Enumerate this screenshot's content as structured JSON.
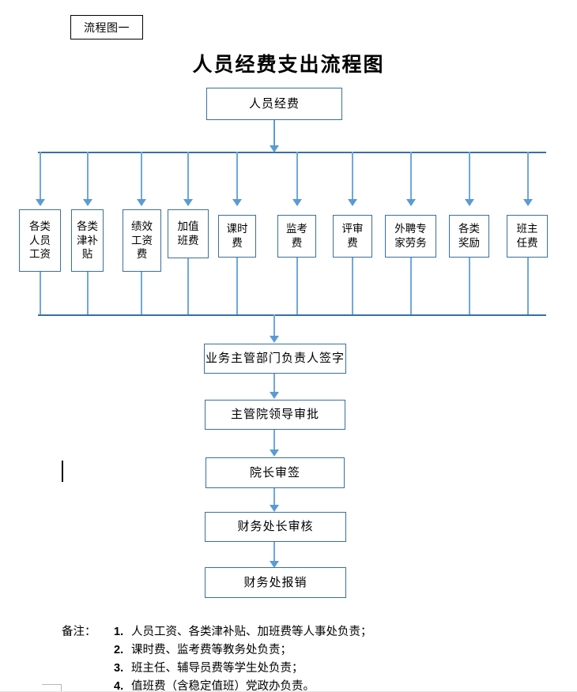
{
  "document": {
    "tag_label": "流程图一",
    "title": "人员经费支出流程图"
  },
  "colors": {
    "node_border": "#3a6f9f",
    "connector_light": "#6fa8dc",
    "connector_dark": "#5b9bd5",
    "bar": "#3a6f9f",
    "tag_border": "#000000",
    "text": "#000000",
    "background": "#ffffff"
  },
  "flow": {
    "root": {
      "label": "人员经费"
    },
    "branches": [
      {
        "label": "各类\n人员\n工资"
      },
      {
        "label": "各类\n津补\n贴"
      },
      {
        "label": "绩效\n工资\n费"
      },
      {
        "label": "加值\n班费"
      },
      {
        "label": "课时\n费"
      },
      {
        "label": "监考\n费"
      },
      {
        "label": "评审\n费"
      },
      {
        "label": "外聘专\n家劳务"
      },
      {
        "label": "各类\n奖励"
      },
      {
        "label": "班主\n任费"
      }
    ],
    "steps": [
      {
        "label": "业务主管部门负责人签字"
      },
      {
        "label": "主管院领导审批"
      },
      {
        "label": "院长审签"
      },
      {
        "label": "财务处长审核"
      },
      {
        "label": "财务处报销"
      }
    ]
  },
  "notes": {
    "lead": "备注：",
    "items": [
      {
        "num": "1.",
        "text": "人员工资、各类津补贴、加班费等人事处负责；"
      },
      {
        "num": "2.",
        "text": "课时费、监考费等教务处负责；"
      },
      {
        "num": "3.",
        "text": "班主任、辅导员费等学生处负责；"
      },
      {
        "num": "4.",
        "text": "值班费（含稳定值班）党政办负责。"
      }
    ]
  }
}
